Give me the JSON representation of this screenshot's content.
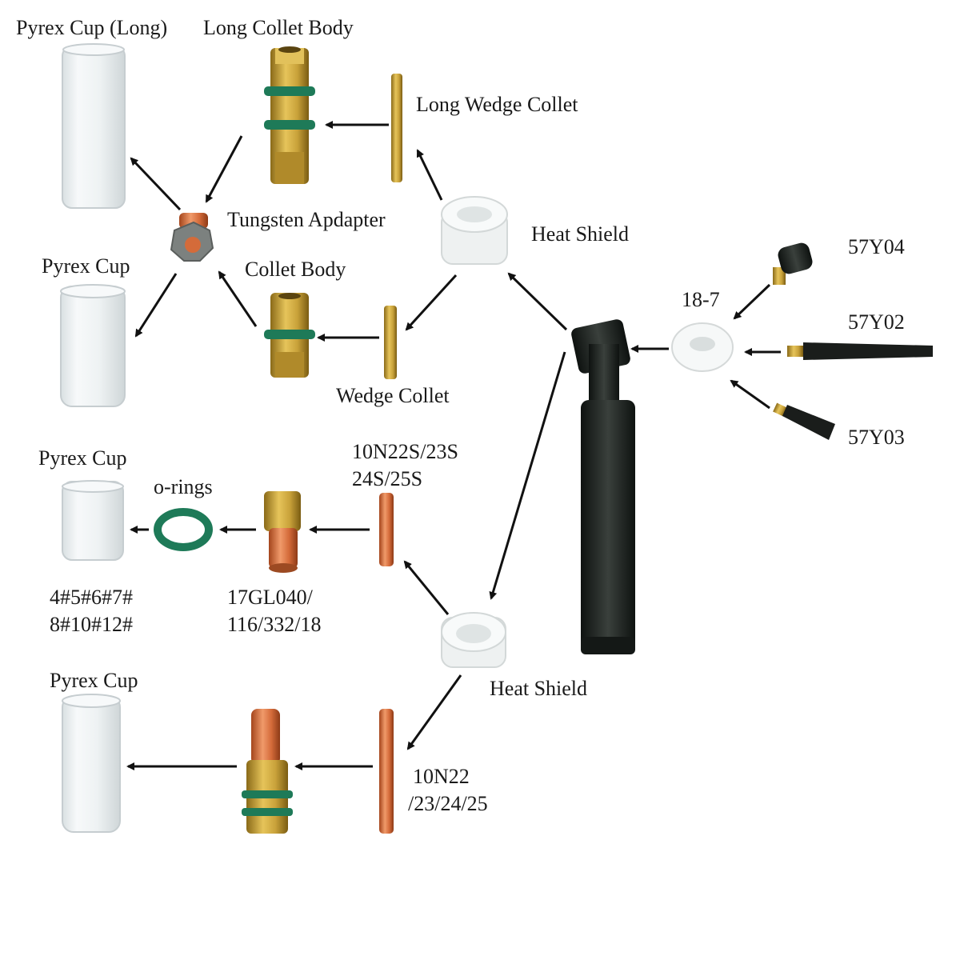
{
  "labels": {
    "pyrex_cup_long": "Pyrex Cup (Long)",
    "long_collet_body": "Long Collet Body",
    "long_wedge_collet": "Long Wedge Collet",
    "tungsten_adapter": "Tungsten Apdapter",
    "heat_shield_top": "Heat Shield",
    "pyrex_cup_2": "Pyrex Cup",
    "collet_body": "Collet Body",
    "wedge_collet": "Wedge Collet",
    "back_cap_18_7": "18-7",
    "back_cap_57y04": "57Y04",
    "back_cap_57y02": "57Y02",
    "back_cap_57y03": "57Y03",
    "pyrex_cup_3": "Pyrex Cup",
    "o_rings": "o-rings",
    "collet_10n22s_line1": "10N22S/23S",
    "collet_10n22s_line2": "24S/25S",
    "cup_sizes_line1": "4#5#6#7#",
    "cup_sizes_line2": "8#10#12#",
    "gas_lens_line1": "17GL040/",
    "gas_lens_line2": "116/332/18",
    "heat_shield_bottom": "Heat Shield",
    "pyrex_cup_4": "Pyrex Cup",
    "collet_10n22_line1": "10N22",
    "collet_10n22_line2": "/23/24/25"
  },
  "colors": {
    "arrow": "#111111",
    "brass": "#c9a23a",
    "copper": "#d46b3a",
    "green_oring": "#1e7a58",
    "glass": "#e8eef0",
    "ceramic": "#f2f4f4",
    "torch_black": "#1f2421"
  }
}
